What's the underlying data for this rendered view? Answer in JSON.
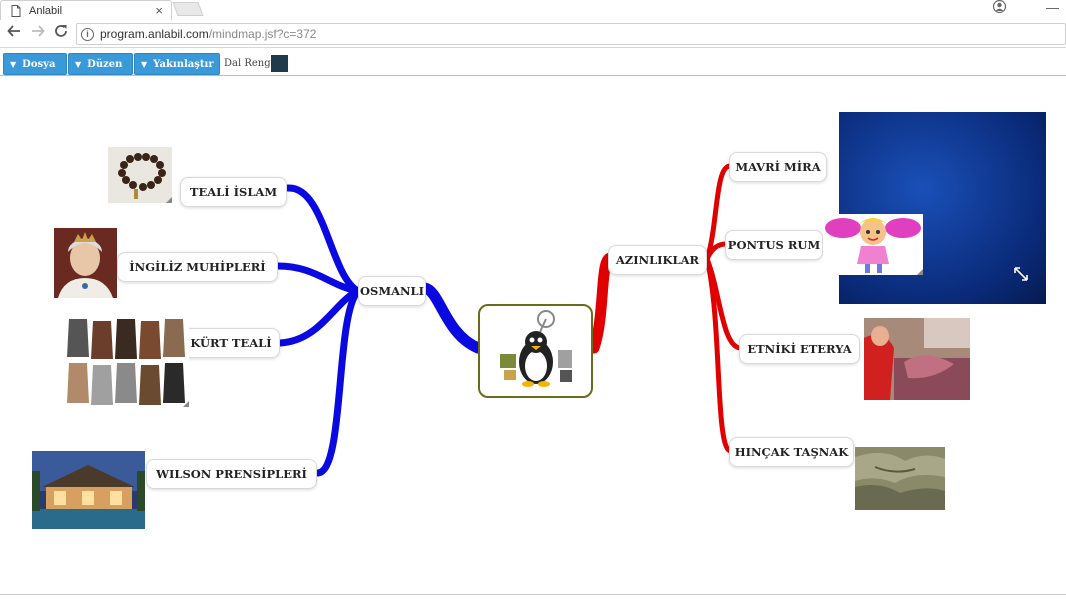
{
  "browser": {
    "tab_title": "Anlabil",
    "tab_close": "×",
    "minimize": "—",
    "profile_icon": "person-icon",
    "url_host": "program.anlabil.com",
    "url_path": "/mindmap.jsf?c=372",
    "info_glyph": "i"
  },
  "menu": {
    "items": [
      {
        "label": "Dosya"
      },
      {
        "label": "Düzen"
      },
      {
        "label": "Yakınlaştır"
      }
    ],
    "dal_rengi_label": "Dal Rengi",
    "dal_rengi_color": "#1f3a4d",
    "button_color": "#3a9ad9"
  },
  "mindmap": {
    "colors": {
      "left_branch": "#0a0ae0",
      "right_branch": "#e00000",
      "center_border": "#6b6b1e"
    },
    "left": {
      "label": "OSMANLI",
      "children": [
        {
          "label": "TEALİ İSLAM"
        },
        {
          "label": "İNGİLİZ MUHİPLERİ"
        },
        {
          "label": "KÜRT TEALİ"
        },
        {
          "label": "WILSON PRENSİPLERİ"
        }
      ]
    },
    "right": {
      "label": "AZINLIKLAR",
      "children": [
        {
          "label": "MAVRİ MİRA"
        },
        {
          "label": "PONTUS RUM"
        },
        {
          "label": "ETNİKİ ETERYA"
        },
        {
          "label": "HINÇAK TAŞNAK"
        }
      ]
    }
  }
}
